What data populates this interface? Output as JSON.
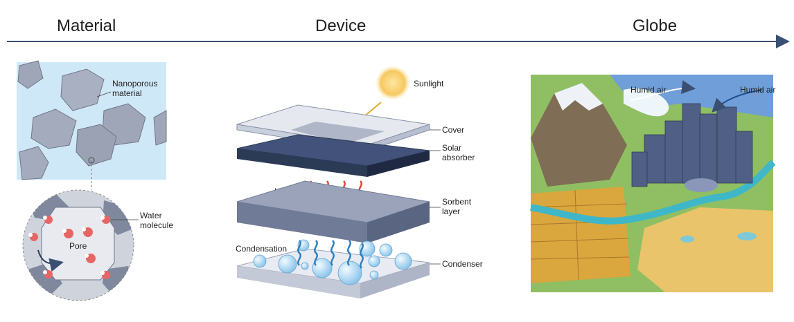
{
  "stages": {
    "material": "Material",
    "device": "Device",
    "globe": "Globe"
  },
  "material": {
    "nanoporous": [
      "Nanoporous",
      "material"
    ],
    "water": [
      "Water",
      "molecule"
    ],
    "pore": "Pore"
  },
  "device": {
    "sunlight": "Sunlight",
    "cover": "Cover",
    "solar": [
      "Solar",
      "absorber"
    ],
    "sorbent": [
      "Sorbent",
      "layer"
    ],
    "heat": "Heat",
    "condensation": "Condensation",
    "condenser": "Condenser"
  },
  "globe": {
    "humid_left": "Humid air",
    "humid_right": "Humid air"
  },
  "colors": {
    "arrow": "#3a4f72",
    "sky": "#cfe8f7",
    "crystal": "#9ea6b8",
    "cover": "#c9cfdc",
    "absorber": "#2b3a55",
    "sorbent": "#6f7b97",
    "condenser": "#d7dce6",
    "heat": "#d84a3a",
    "vapor": "#2f7fbf",
    "river": "#3fb7c8",
    "desert": "#e9c46a",
    "field": "#d9a73d",
    "mountain": "#7f6d55",
    "city": "#4f5f86"
  }
}
